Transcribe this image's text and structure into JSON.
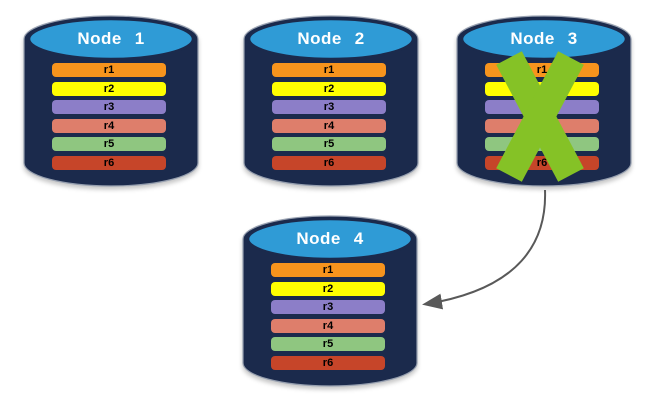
{
  "nodes": [
    {
      "title": "Node 1",
      "failed": false
    },
    {
      "title": "Node 2",
      "failed": false
    },
    {
      "title": "Node 3",
      "failed": true
    },
    {
      "title": "Node 4",
      "failed": false
    }
  ],
  "rows": [
    {
      "label": "r1",
      "color": "#F7941D"
    },
    {
      "label": "r2",
      "color": "#FFFF00"
    },
    {
      "label": "r3",
      "color": "#8C7EC8"
    },
    {
      "label": "r4",
      "color": "#DE7E6B"
    },
    {
      "label": "r5",
      "color": "#8FC680"
    },
    {
      "label": "r6",
      "color": "#C64529"
    }
  ],
  "colors": {
    "background": "#FFFFFF",
    "cylinder_body": "#1B2A4C",
    "cylinder_top": "#2F9BD6",
    "cylinder_outline": "#97A0B0",
    "title_text": "#FFFFFF",
    "bar_text": "#000000",
    "failure_x": "#85C226",
    "arrow": "#595959"
  }
}
